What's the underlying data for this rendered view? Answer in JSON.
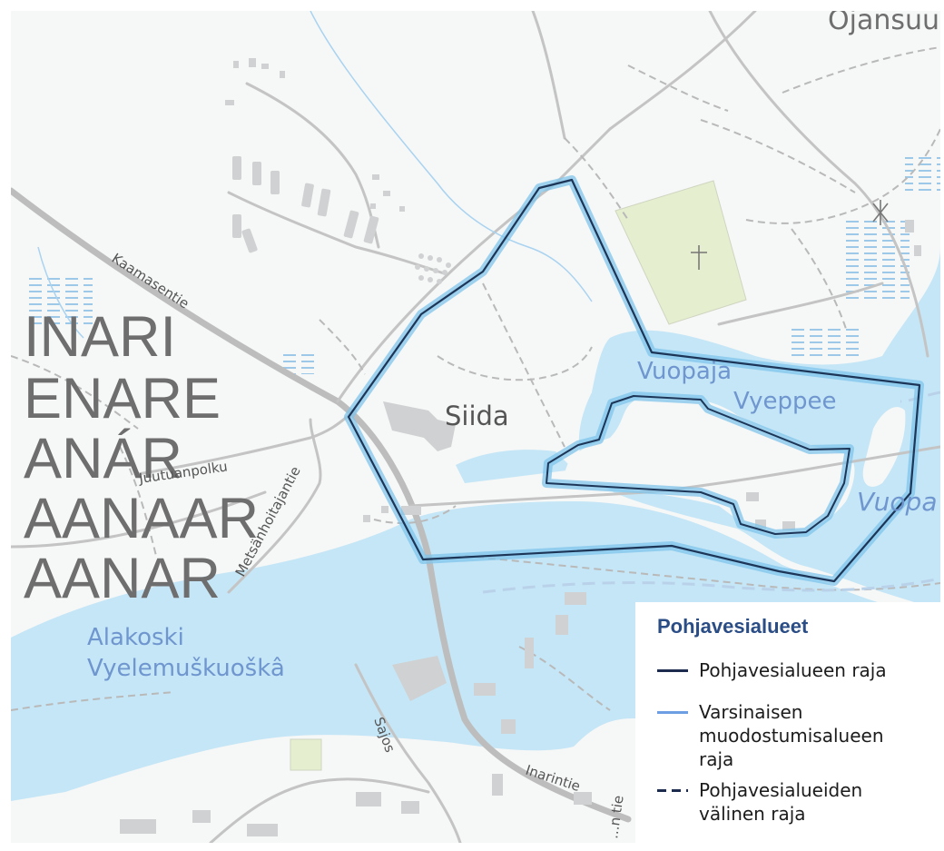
{
  "map": {
    "municipality_names": [
      "INARI",
      "ENARE",
      "ANÁR",
      "AANAAR",
      "AANAR"
    ],
    "places": {
      "siida": "Siida",
      "top_right": "Ojansuu",
      "vuopaja_1": "Vuopaja",
      "vuopaja_2": "Vyeppee",
      "vuopaja_right": "Vuopa",
      "alakoski_1": "Alakoski",
      "alakoski_2": "Vyelemuškuoškâ"
    },
    "roads": {
      "kaamasentie": "Kaamasentie",
      "juutuanpolku": "Juutuanpolku",
      "metsanhoitajantie": "Metsänhoitajantie",
      "sajos": "Sajos",
      "inarintie": "Inarintie",
      "small_road": "...n tie"
    },
    "icons": [
      "church-cross-icon",
      "dam-marker-icon"
    ],
    "colors": {
      "water": "#c5e6f6",
      "land": "#f6f7f7",
      "building": "#cfd1d2",
      "field": "#e5efcf",
      "boundary_dark": "#1d3557",
      "boundary_light": "#7fb3e8",
      "road": "#b8b8b8"
    }
  },
  "legend": {
    "title": "Pohjavesialueet",
    "items": [
      {
        "label": "Pohjavesialueen raja",
        "style": "solid-dark",
        "color": "#1d2b4f"
      },
      {
        "label": "Varsinaisen\nmuodostumisalueen\nraja",
        "style": "solid-light",
        "color": "#6d9de2"
      },
      {
        "label": "Pohjavesialueiden\nvälinen raja",
        "style": "dashed-dark",
        "color": "#1d2b4f"
      }
    ]
  }
}
